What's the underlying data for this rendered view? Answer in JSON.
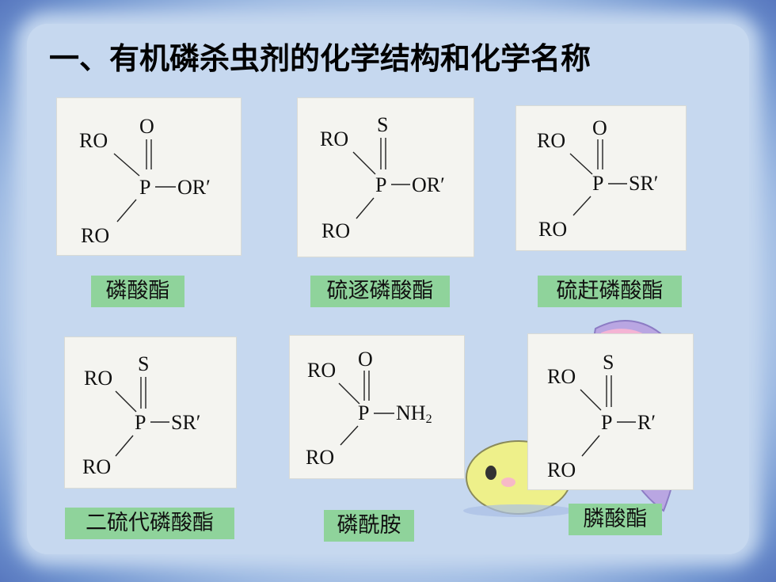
{
  "title": "一、有机磷杀虫剂的化学结构和化学名称",
  "structures": [
    {
      "top_atom": "O",
      "ro_upper": "RO",
      "ro_lower": "RO",
      "center": "P",
      "substituent": "OR′",
      "name": "磷酸酯"
    },
    {
      "top_atom": "S",
      "ro_upper": "RO",
      "ro_lower": "RO",
      "center": "P",
      "substituent": "OR′",
      "name": "硫逐磷酸酯"
    },
    {
      "top_atom": "O",
      "ro_upper": "RO",
      "ro_lower": "RO",
      "center": "P",
      "substituent": "SR′",
      "name": "硫赶磷酸酯"
    },
    {
      "top_atom": "S",
      "ro_upper": "RO",
      "ro_lower": "RO",
      "center": "P",
      "substituent": "SR′",
      "name": "二硫代磷酸酯"
    },
    {
      "top_atom": "O",
      "ro_upper": "RO",
      "ro_lower": "RO",
      "center": "P",
      "substituent": "NH",
      "substituent_sub": "2",
      "name": "磷酰胺"
    },
    {
      "top_atom": "S",
      "ro_upper": "RO",
      "ro_lower": "RO",
      "center": "P",
      "substituent": "R′",
      "name": "膦酸酯"
    }
  ],
  "colors": {
    "label_bg": "#8fd39b",
    "frame": "#5f86c9",
    "background": "#c6d8ef"
  }
}
